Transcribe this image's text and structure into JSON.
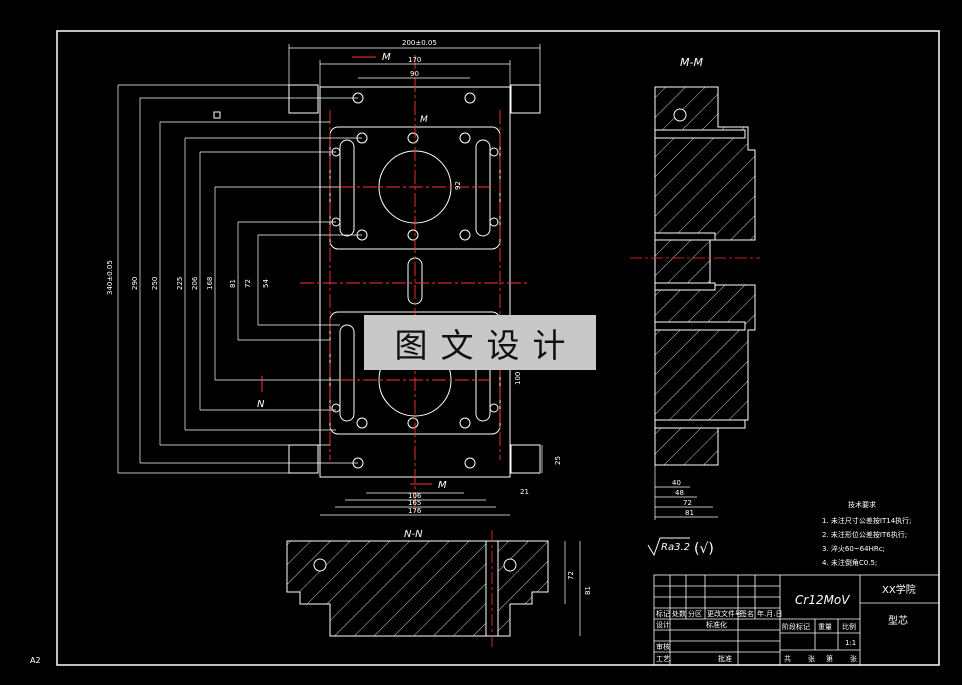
{
  "sheet": {
    "size_label": "A2"
  },
  "top_view": {
    "dims": {
      "overall_width": "200±0.05",
      "w170": "170",
      "w90": "90",
      "h92": "92",
      "h100": "100",
      "h_overall": "340±0.05",
      "v290": "290",
      "v250": "250",
      "v225": "225",
      "v206": "206",
      "v168": "168",
      "v81": "81",
      "v72": "72",
      "v54": "54",
      "w106": "106",
      "w165": "165",
      "w176": "176",
      "d25": "25",
      "d21": "21"
    },
    "section_m_top": "M",
    "section_m_bottom": "M",
    "section_n": "N",
    "center_mark": "M"
  },
  "section_mm": {
    "title": "M-M",
    "dims": {
      "d40": "40",
      "d48": "48",
      "d72": "72",
      "d81": "81"
    }
  },
  "section_nn": {
    "title": "N-N",
    "dims": {
      "d72": "72",
      "d81": "81"
    }
  },
  "notes": {
    "title": "技术要求",
    "items": [
      "1. 未注尺寸公差按IT14执行;",
      "2. 未注形位公差按IT6执行;",
      "3. 淬火60~64HRc;",
      "4. 未注倒角C0.5;"
    ]
  },
  "roughness": {
    "text": "Ra3.2",
    "check": "(√)"
  },
  "title_block": {
    "material": "Cr12MoV",
    "school": "XX学院",
    "part_name": "型芯",
    "cols": [
      "标记",
      "处数",
      "分区",
      "更改文件号",
      "签名",
      "年.月.日"
    ],
    "rows": [
      "设计",
      "审核",
      "工艺"
    ],
    "standardize": "标准化",
    "approve": "批准",
    "stage": "阶段标记",
    "weight": "重量",
    "scale": "比例",
    "scale_value": "1:1",
    "total": "共",
    "sheets": "张",
    "page": "第",
    "sheet_word": "张"
  },
  "watermark": "图文设计"
}
